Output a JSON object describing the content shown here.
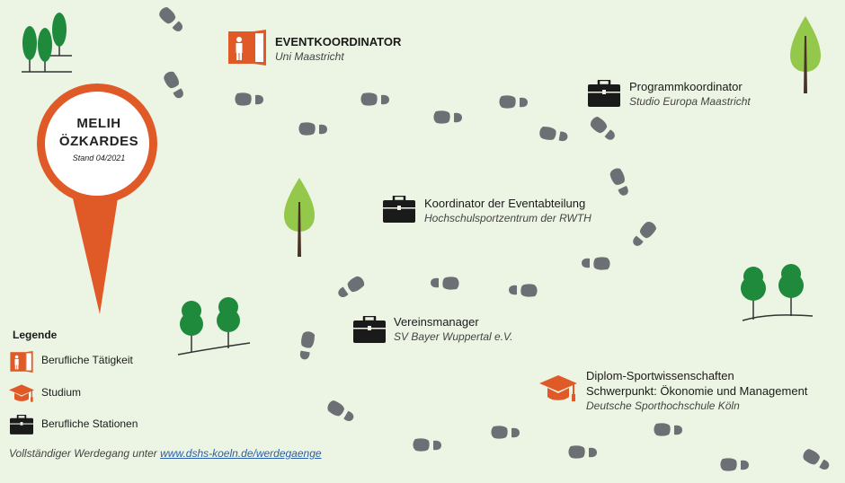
{
  "pin": {
    "name_line1": "MELIH",
    "name_line2": "ÖZKARDES",
    "stand": "Stand 04/2021"
  },
  "stations": [
    {
      "title": "EVENTKOORDINATOR",
      "subtitle": "Uni Maastricht",
      "icon": "door-person-icon",
      "kind": "Berufliche Tätigkeit"
    },
    {
      "title": "Programmkoordinator",
      "subtitle": "Studio Europa Maastricht",
      "icon": "briefcase-icon",
      "kind": "Berufliche Stationen"
    },
    {
      "title": "Koordinator der Eventabteilung",
      "subtitle": "Hochschulsportzentrum der RWTH",
      "icon": "briefcase-icon",
      "kind": "Berufliche Stationen"
    },
    {
      "title": "Vereinsmanager",
      "subtitle": "SV Bayer Wuppertal e.V.",
      "icon": "briefcase-icon",
      "kind": "Berufliche Stationen"
    },
    {
      "title_line1": "Diplom-Sportwissenschaften",
      "title_line2": "Schwerpunkt: Ökonomie und Management",
      "subtitle": "Deutsche Sporthochschule Köln",
      "icon": "graduation-cap-icon",
      "kind": "Studium"
    }
  ],
  "legend": {
    "title": "Legende",
    "items": [
      {
        "label": "Berufliche Tätigkeit",
        "icon": "door-person-icon"
      },
      {
        "label": "Studium",
        "icon": "graduation-cap-icon"
      },
      {
        "label": "Berufliche Stationen",
        "icon": "briefcase-icon"
      }
    ]
  },
  "footer": {
    "text": "Vollständiger Werdegang unter ",
    "link": "www.dshs-koeln.de/werdegaenge"
  },
  "colors": {
    "background": "#ecf5e4",
    "accent": "#e05a28",
    "footprint": "#6c6f73",
    "tree_green": "#1f8a3c",
    "briefcase": "#1a1a1a"
  }
}
